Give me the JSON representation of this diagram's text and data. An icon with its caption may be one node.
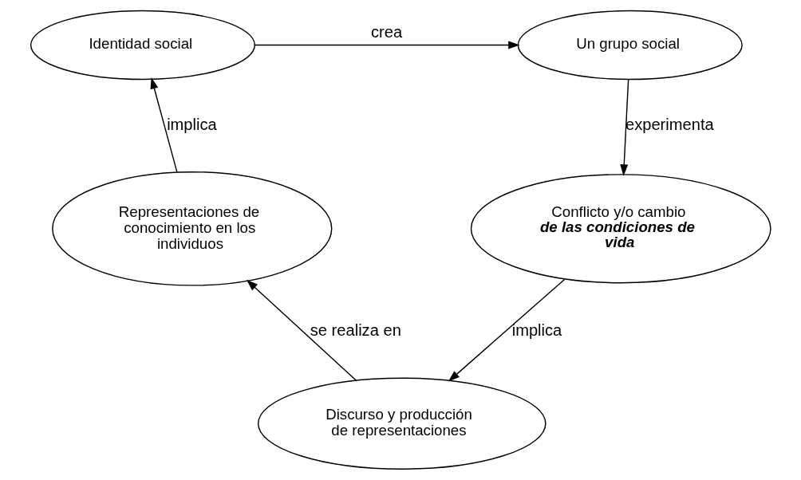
{
  "diagram": {
    "nodes": [
      {
        "text": [
          "Identidad social"
        ]
      },
      {
        "text": [
          "Un grupo social"
        ]
      },
      {
        "text": [
          "Conflicto y/o cambio",
          "de las condiciones de vida"
        ]
      },
      {
        "text": [
          "Discurso y producción de representaciones"
        ]
      },
      {
        "text": [
          "Representaciones de conocimiento en los individuos"
        ]
      }
    ],
    "edges": [
      {
        "from": 0,
        "to": 1,
        "arrow": "to",
        "label": "crea"
      },
      {
        "from": 1,
        "to": 2,
        "arrow": "to",
        "label": "experimenta"
      },
      {
        "from": 2,
        "to": 3,
        "arrow": "to",
        "label": "implica"
      },
      {
        "from": 3,
        "to": 4,
        "arrow": "to",
        "label": "se realiza en"
      },
      {
        "from": 4,
        "to": 0,
        "arrow": "to",
        "label": "implica"
      }
    ]
  }
}
